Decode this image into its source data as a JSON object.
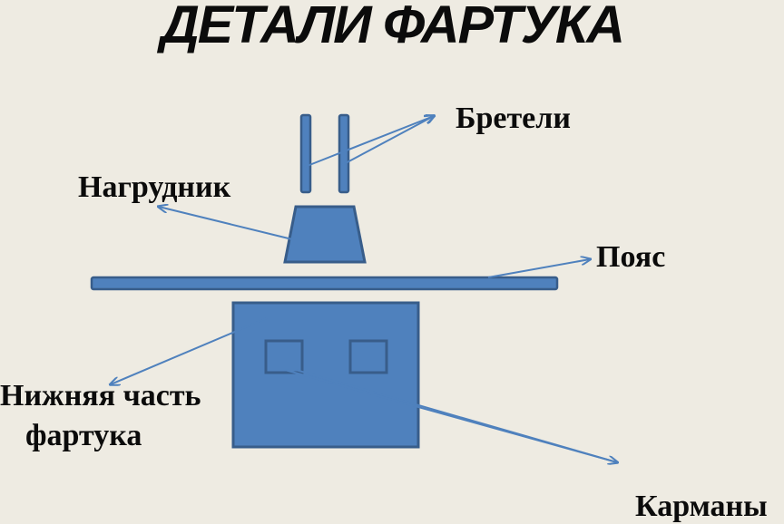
{
  "title": "ДЕТАЛИ ФАРТУКА",
  "labels": {
    "straps": "Бретели",
    "bib": "Нагрудник",
    "belt": "Пояс",
    "lower_line1": "Нижняя часть",
    "lower_line2": "фартука",
    "pockets": "Карманы"
  },
  "colors": {
    "fill": "#4f81bd",
    "stroke": "#385d8a",
    "background": "#eeebe2",
    "text": "#0b0b0b"
  }
}
